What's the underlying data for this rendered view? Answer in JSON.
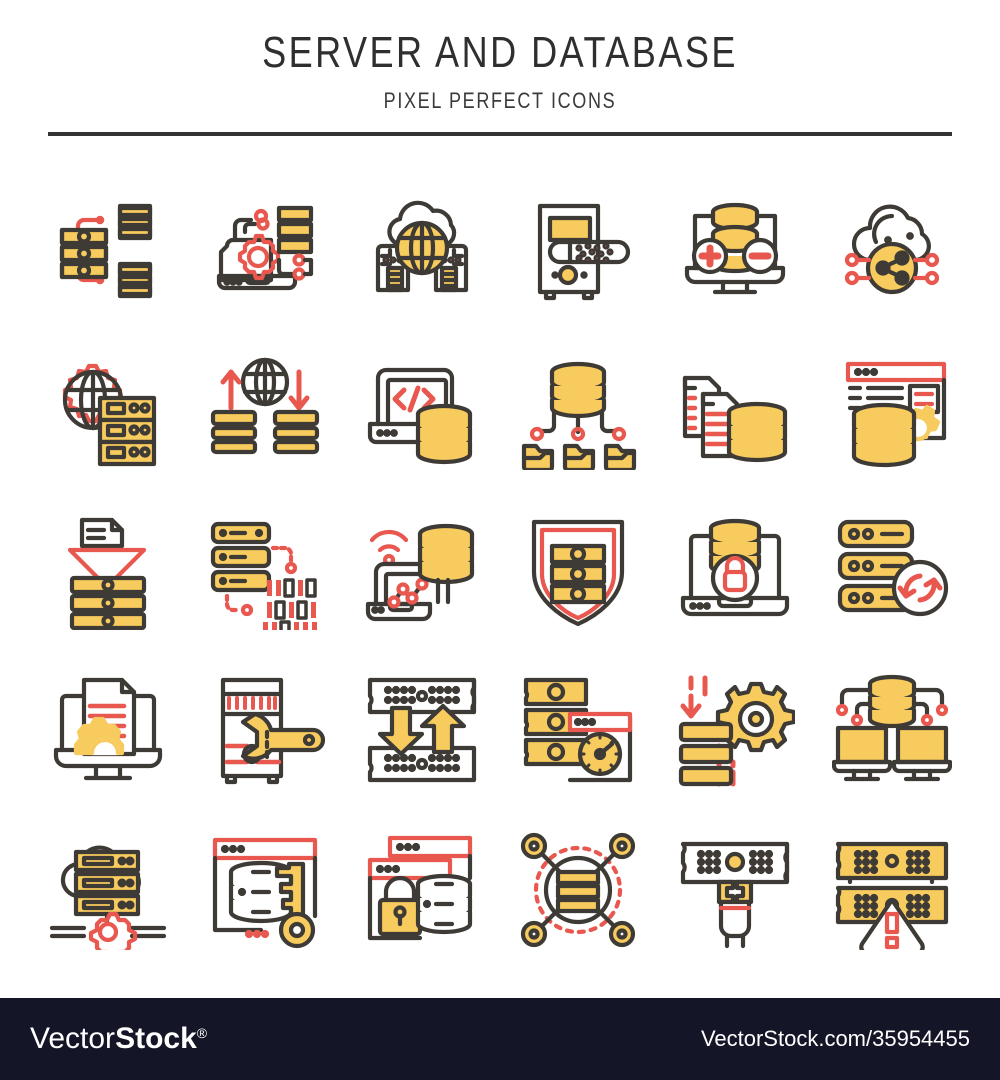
{
  "header": {
    "title": "SERVER AND DATABASE",
    "subtitle": "PIXEL PERFECT ICONS"
  },
  "palette": {
    "outline": "#3E3A35",
    "yellow": "#F7CB5E",
    "red": "#E8584F",
    "white": "#FFFFFF",
    "footer_bg": "#141527"
  },
  "grid": {
    "columns": 6,
    "rows": 5,
    "count": 30,
    "icons": [
      {
        "id": 1,
        "name": "server-network-nodes-icon",
        "row": 1,
        "col": 1
      },
      {
        "id": 2,
        "name": "laptop-server-settings-icon",
        "row": 1,
        "col": 2
      },
      {
        "id": 3,
        "name": "cloud-globe-datacenter-icon",
        "row": 1,
        "col": 3
      },
      {
        "id": 4,
        "name": "server-tower-storage-icon",
        "row": 1,
        "col": 4
      },
      {
        "id": 5,
        "name": "database-add-remove-monitor-icon",
        "row": 1,
        "col": 5
      },
      {
        "id": 6,
        "name": "cloud-share-network-icon",
        "row": 1,
        "col": 6
      },
      {
        "id": 7,
        "name": "global-server-settings-icon",
        "row": 2,
        "col": 1
      },
      {
        "id": 8,
        "name": "data-transfer-globe-icon",
        "row": 2,
        "col": 2
      },
      {
        "id": 9,
        "name": "database-code-laptop-icon",
        "row": 2,
        "col": 3
      },
      {
        "id": 10,
        "name": "database-folder-tree-icon",
        "row": 2,
        "col": 4
      },
      {
        "id": 11,
        "name": "database-documents-copy-icon",
        "row": 2,
        "col": 5
      },
      {
        "id": 12,
        "name": "database-web-config-icon",
        "row": 2,
        "col": 6
      },
      {
        "id": 13,
        "name": "data-filter-funnel-icon",
        "row": 3,
        "col": 1
      },
      {
        "id": 14,
        "name": "server-binary-data-icon",
        "row": 3,
        "col": 2
      },
      {
        "id": 15,
        "name": "database-wireless-analytics-icon",
        "row": 3,
        "col": 3
      },
      {
        "id": 16,
        "name": "server-shield-protection-icon",
        "row": 3,
        "col": 4
      },
      {
        "id": 17,
        "name": "database-laptop-lock-icon",
        "row": 3,
        "col": 5
      },
      {
        "id": 18,
        "name": "server-backup-refresh-icon",
        "row": 3,
        "col": 6
      },
      {
        "id": 19,
        "name": "monitor-document-settings-icon",
        "row": 4,
        "col": 1
      },
      {
        "id": 20,
        "name": "server-maintenance-wrench-icon",
        "row": 4,
        "col": 2
      },
      {
        "id": 21,
        "name": "server-data-migration-icon",
        "row": 4,
        "col": 3
      },
      {
        "id": 22,
        "name": "server-performance-gauge-icon",
        "row": 4,
        "col": 4
      },
      {
        "id": 23,
        "name": "database-import-export-gear-icon",
        "row": 4,
        "col": 5
      },
      {
        "id": 24,
        "name": "database-dual-monitor-icon",
        "row": 4,
        "col": 6
      },
      {
        "id": 25,
        "name": "cloud-server-config-icon",
        "row": 5,
        "col": 1
      },
      {
        "id": 26,
        "name": "database-access-key-icon",
        "row": 5,
        "col": 2
      },
      {
        "id": 27,
        "name": "database-password-lock-icon",
        "row": 5,
        "col": 3
      },
      {
        "id": 28,
        "name": "database-network-nodes-icon",
        "row": 5,
        "col": 4
      },
      {
        "id": 29,
        "name": "server-power-plug-icon",
        "row": 5,
        "col": 5
      },
      {
        "id": 30,
        "name": "server-error-warning-icon",
        "row": 5,
        "col": 6
      }
    ]
  },
  "footer": {
    "brand_light": "Vector",
    "brand_bold": "Stock",
    "brand_registered": "®",
    "url": "VectorStock.com/35954455"
  }
}
